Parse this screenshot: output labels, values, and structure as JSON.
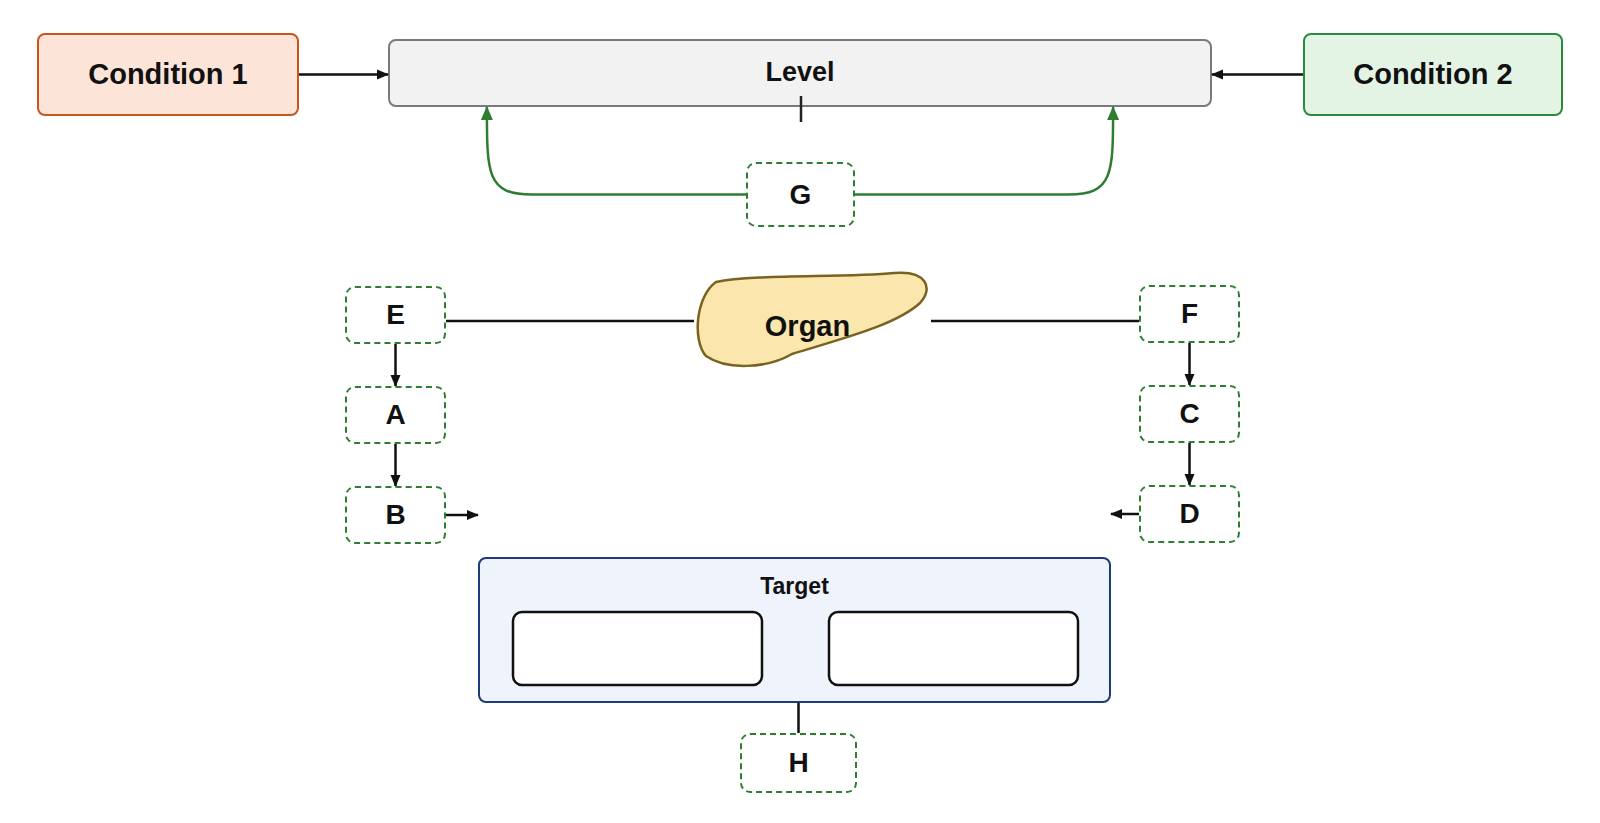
{
  "diagram": {
    "nodes": [
      {
        "text": [
          "Condition 1"
        ]
      },
      {
        "text": [
          "Level"
        ]
      },
      {
        "text": [
          "Condition 2"
        ]
      },
      {
        "text": [
          "G"
        ]
      },
      {
        "text": [
          "E"
        ]
      },
      {
        "text": [
          "Organ"
        ]
      },
      {
        "text": [
          "F"
        ]
      },
      {
        "text": [
          "A"
        ]
      },
      {
        "text": [
          "C"
        ]
      },
      {
        "text": [
          "B"
        ]
      },
      {
        "text": [
          "D"
        ]
      },
      {
        "text": [
          "Target"
        ]
      },
      {
        "text": [
          "H"
        ]
      }
    ],
    "edges": [
      {
        "from": 0,
        "to": 1,
        "arrow": "to"
      },
      {
        "from": 2,
        "to": 1,
        "arrow": "to"
      },
      {
        "from": 3,
        "to": 1,
        "arrow": "to"
      },
      {
        "from": 3,
        "to": 1,
        "arrow": "to"
      },
      {
        "from": 5,
        "to": 4,
        "arrow": "none"
      },
      {
        "from": 5,
        "to": 6,
        "arrow": "none"
      },
      {
        "from": 4,
        "to": 7,
        "arrow": "to"
      },
      {
        "from": 7,
        "to": 9,
        "arrow": "to"
      },
      {
        "from": 6,
        "to": 8,
        "arrow": "to"
      },
      {
        "from": 8,
        "to": 10,
        "arrow": "to"
      },
      {
        "from": 9,
        "to": 11,
        "arrow": "to"
      },
      {
        "from": 10,
        "to": 11,
        "arrow": "to"
      },
      {
        "from": 11,
        "to": 12,
        "arrow": "none"
      }
    ]
  }
}
